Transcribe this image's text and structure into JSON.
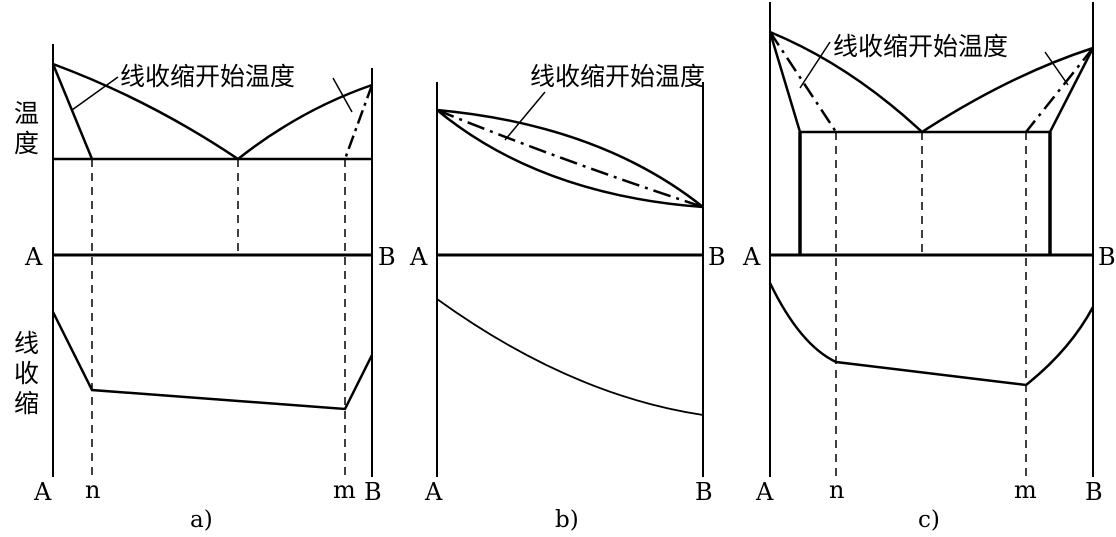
{
  "y_axis_labels": {
    "temperature": "温度",
    "shrinkage": "线收缩"
  },
  "annotation": "线收缩开始温度",
  "panels": [
    {
      "caption": "a)",
      "composition_left": "A",
      "composition_right": "B",
      "bottom_left": "A",
      "bottom_right": "B",
      "marker_n": "n",
      "marker_m": "m"
    },
    {
      "caption": "b)",
      "composition_left": "A",
      "composition_right": "B",
      "bottom_left": "A",
      "bottom_right": "B"
    },
    {
      "caption": "c)",
      "composition_left": "A",
      "composition_right": "B",
      "bottom_left": "A",
      "bottom_right": "B",
      "marker_n": "n",
      "marker_m": "m"
    }
  ],
  "colors": {
    "ink": "#000000",
    "paper": "#ffffff"
  }
}
